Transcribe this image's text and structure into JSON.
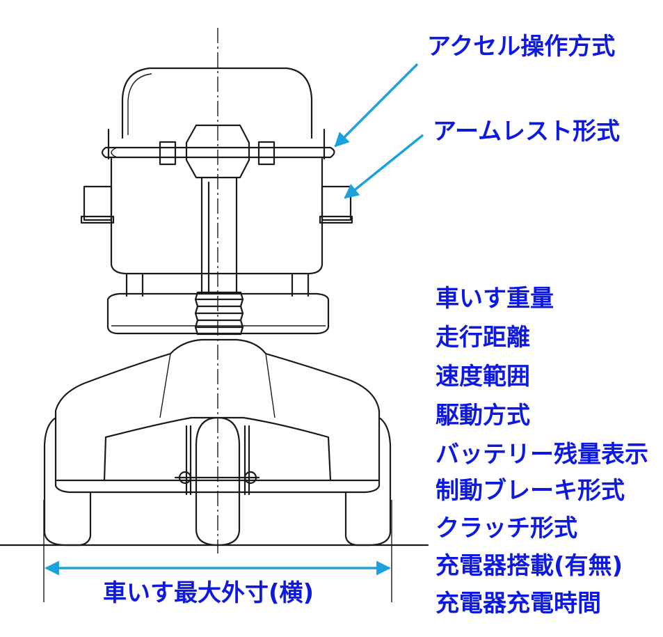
{
  "colors": {
    "label": "#0d18e0",
    "arrow": "#1aa2dc",
    "line": "#1a1a1a"
  },
  "callouts": {
    "accel": "アクセル操作方式",
    "armrest": "アームレスト形式"
  },
  "specs": [
    "車いす重量",
    "走行距離",
    "速度範囲",
    "駆動方式",
    "バッテリー残量表示",
    "制動ブレーキ形式",
    "クラッチ形式",
    "充電器搭載(有無)",
    "充電器充電時間"
  ],
  "dimension": {
    "width_label": "車いす最大外寸(横)"
  }
}
